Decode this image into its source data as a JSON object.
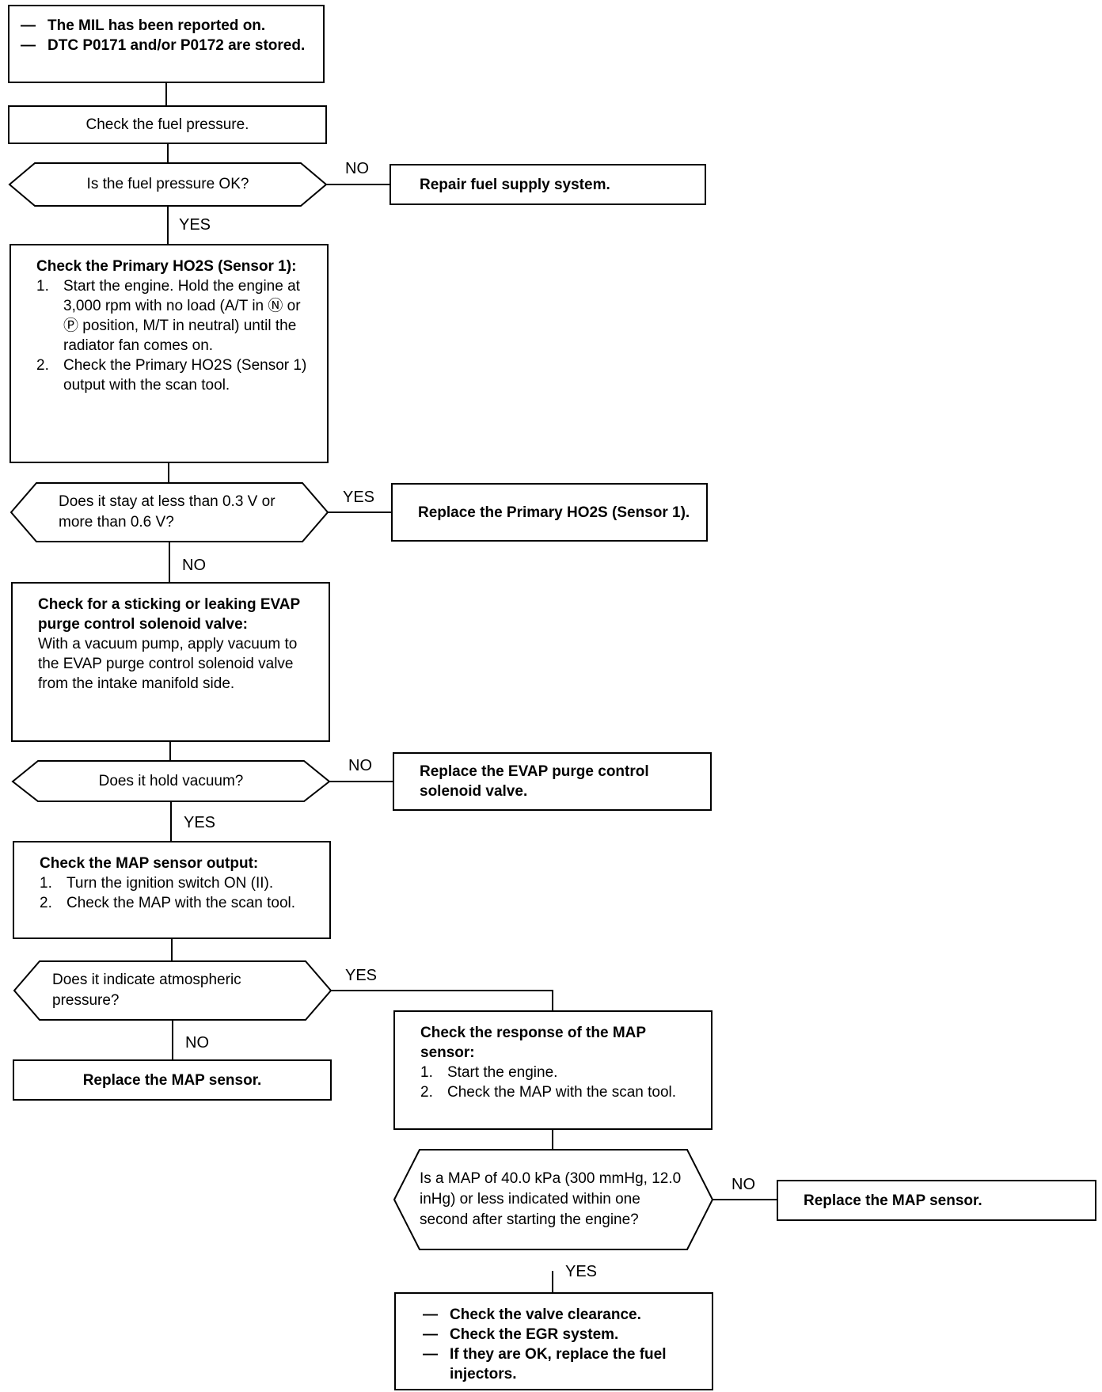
{
  "start": {
    "items": [
      "The MIL has been reported on.",
      "DTC P0171 and/or P0172 are stored."
    ]
  },
  "check_fuel": {
    "text": "Check the fuel pressure."
  },
  "q_fuel": {
    "text": "Is the fuel pressure OK?",
    "no_label": "NO",
    "yes_label": "YES"
  },
  "repair_fuel": {
    "text": "Repair fuel supply system."
  },
  "check_ho2s": {
    "heading": "Check the Primary HO2S (Sensor 1):",
    "steps": [
      {
        "num": "1.",
        "text": "Start the engine. Hold the engine at 3,000 rpm with no load (A/T in Ⓝ or Ⓟ position, M/T in neutral) until the radiator fan comes on."
      },
      {
        "num": "2.",
        "text": "Check the Primary HO2S (Sensor 1) output with the scan tool."
      }
    ]
  },
  "q_voltage": {
    "text": "Does it stay at less than 0.3 V or more than 0.6 V?",
    "yes_label": "YES",
    "no_label": "NO"
  },
  "replace_ho2s": {
    "text": "Replace the Primary HO2S (Sensor 1)."
  },
  "check_evap": {
    "heading": "Check for a sticking or leaking EVAP purge control solenoid valve:",
    "body": "With a vacuum pump, apply vacuum to the EVAP purge control solenoid valve from the intake manifold side."
  },
  "q_vacuum": {
    "text": "Does it hold vacuum?",
    "no_label": "NO",
    "yes_label": "YES"
  },
  "replace_evap": {
    "text": "Replace the EVAP purge control solenoid valve."
  },
  "check_map": {
    "heading": "Check the MAP sensor output:",
    "steps": [
      {
        "num": "1.",
        "text": "Turn the ignition switch ON (II)."
      },
      {
        "num": "2.",
        "text": "Check the MAP with the scan tool."
      }
    ]
  },
  "q_atm": {
    "text": "Does it indicate atmospheric pressure?",
    "yes_label": "YES",
    "no_label": "NO"
  },
  "replace_map_1": {
    "text": "Replace the MAP sensor."
  },
  "check_response": {
    "heading": "Check the response of the MAP sensor:",
    "steps": [
      {
        "num": "1.",
        "text": "Start the engine."
      },
      {
        "num": "2.",
        "text": "Check the MAP with the scan tool."
      }
    ]
  },
  "q_map_value": {
    "text": "Is a MAP of 40.0 kPa (300 mmHg, 12.0 inHg) or less indicated within one second after starting the engine?",
    "no_label": "NO",
    "yes_label": "YES"
  },
  "replace_map_2": {
    "text": "Replace the MAP sensor."
  },
  "final": {
    "items": [
      "Check the valve clearance.",
      "Check the EGR system.",
      "If they are OK, replace the fuel injectors."
    ]
  }
}
